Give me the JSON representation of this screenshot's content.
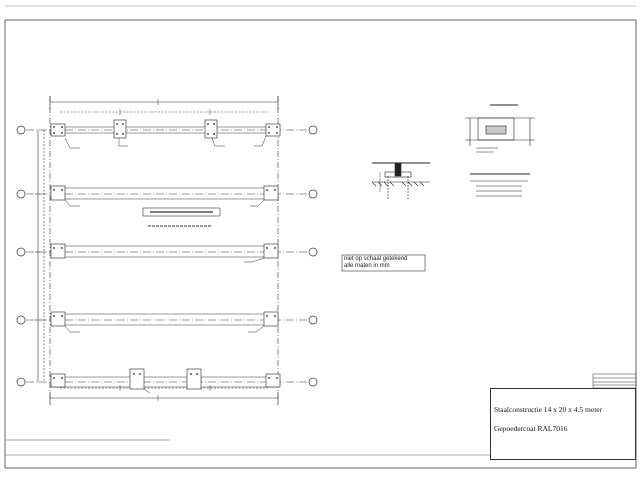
{
  "title_block": {
    "line1": "Staalconstructie 14 x 20 x 4.5 meter",
    "line2": "Gepoedercoat RAL7016"
  },
  "notes": {
    "scale_line1": "niet op schaal getekend",
    "scale_line2": "alle maten in mm"
  },
  "grid": {
    "rows": 5,
    "cols": 2
  }
}
